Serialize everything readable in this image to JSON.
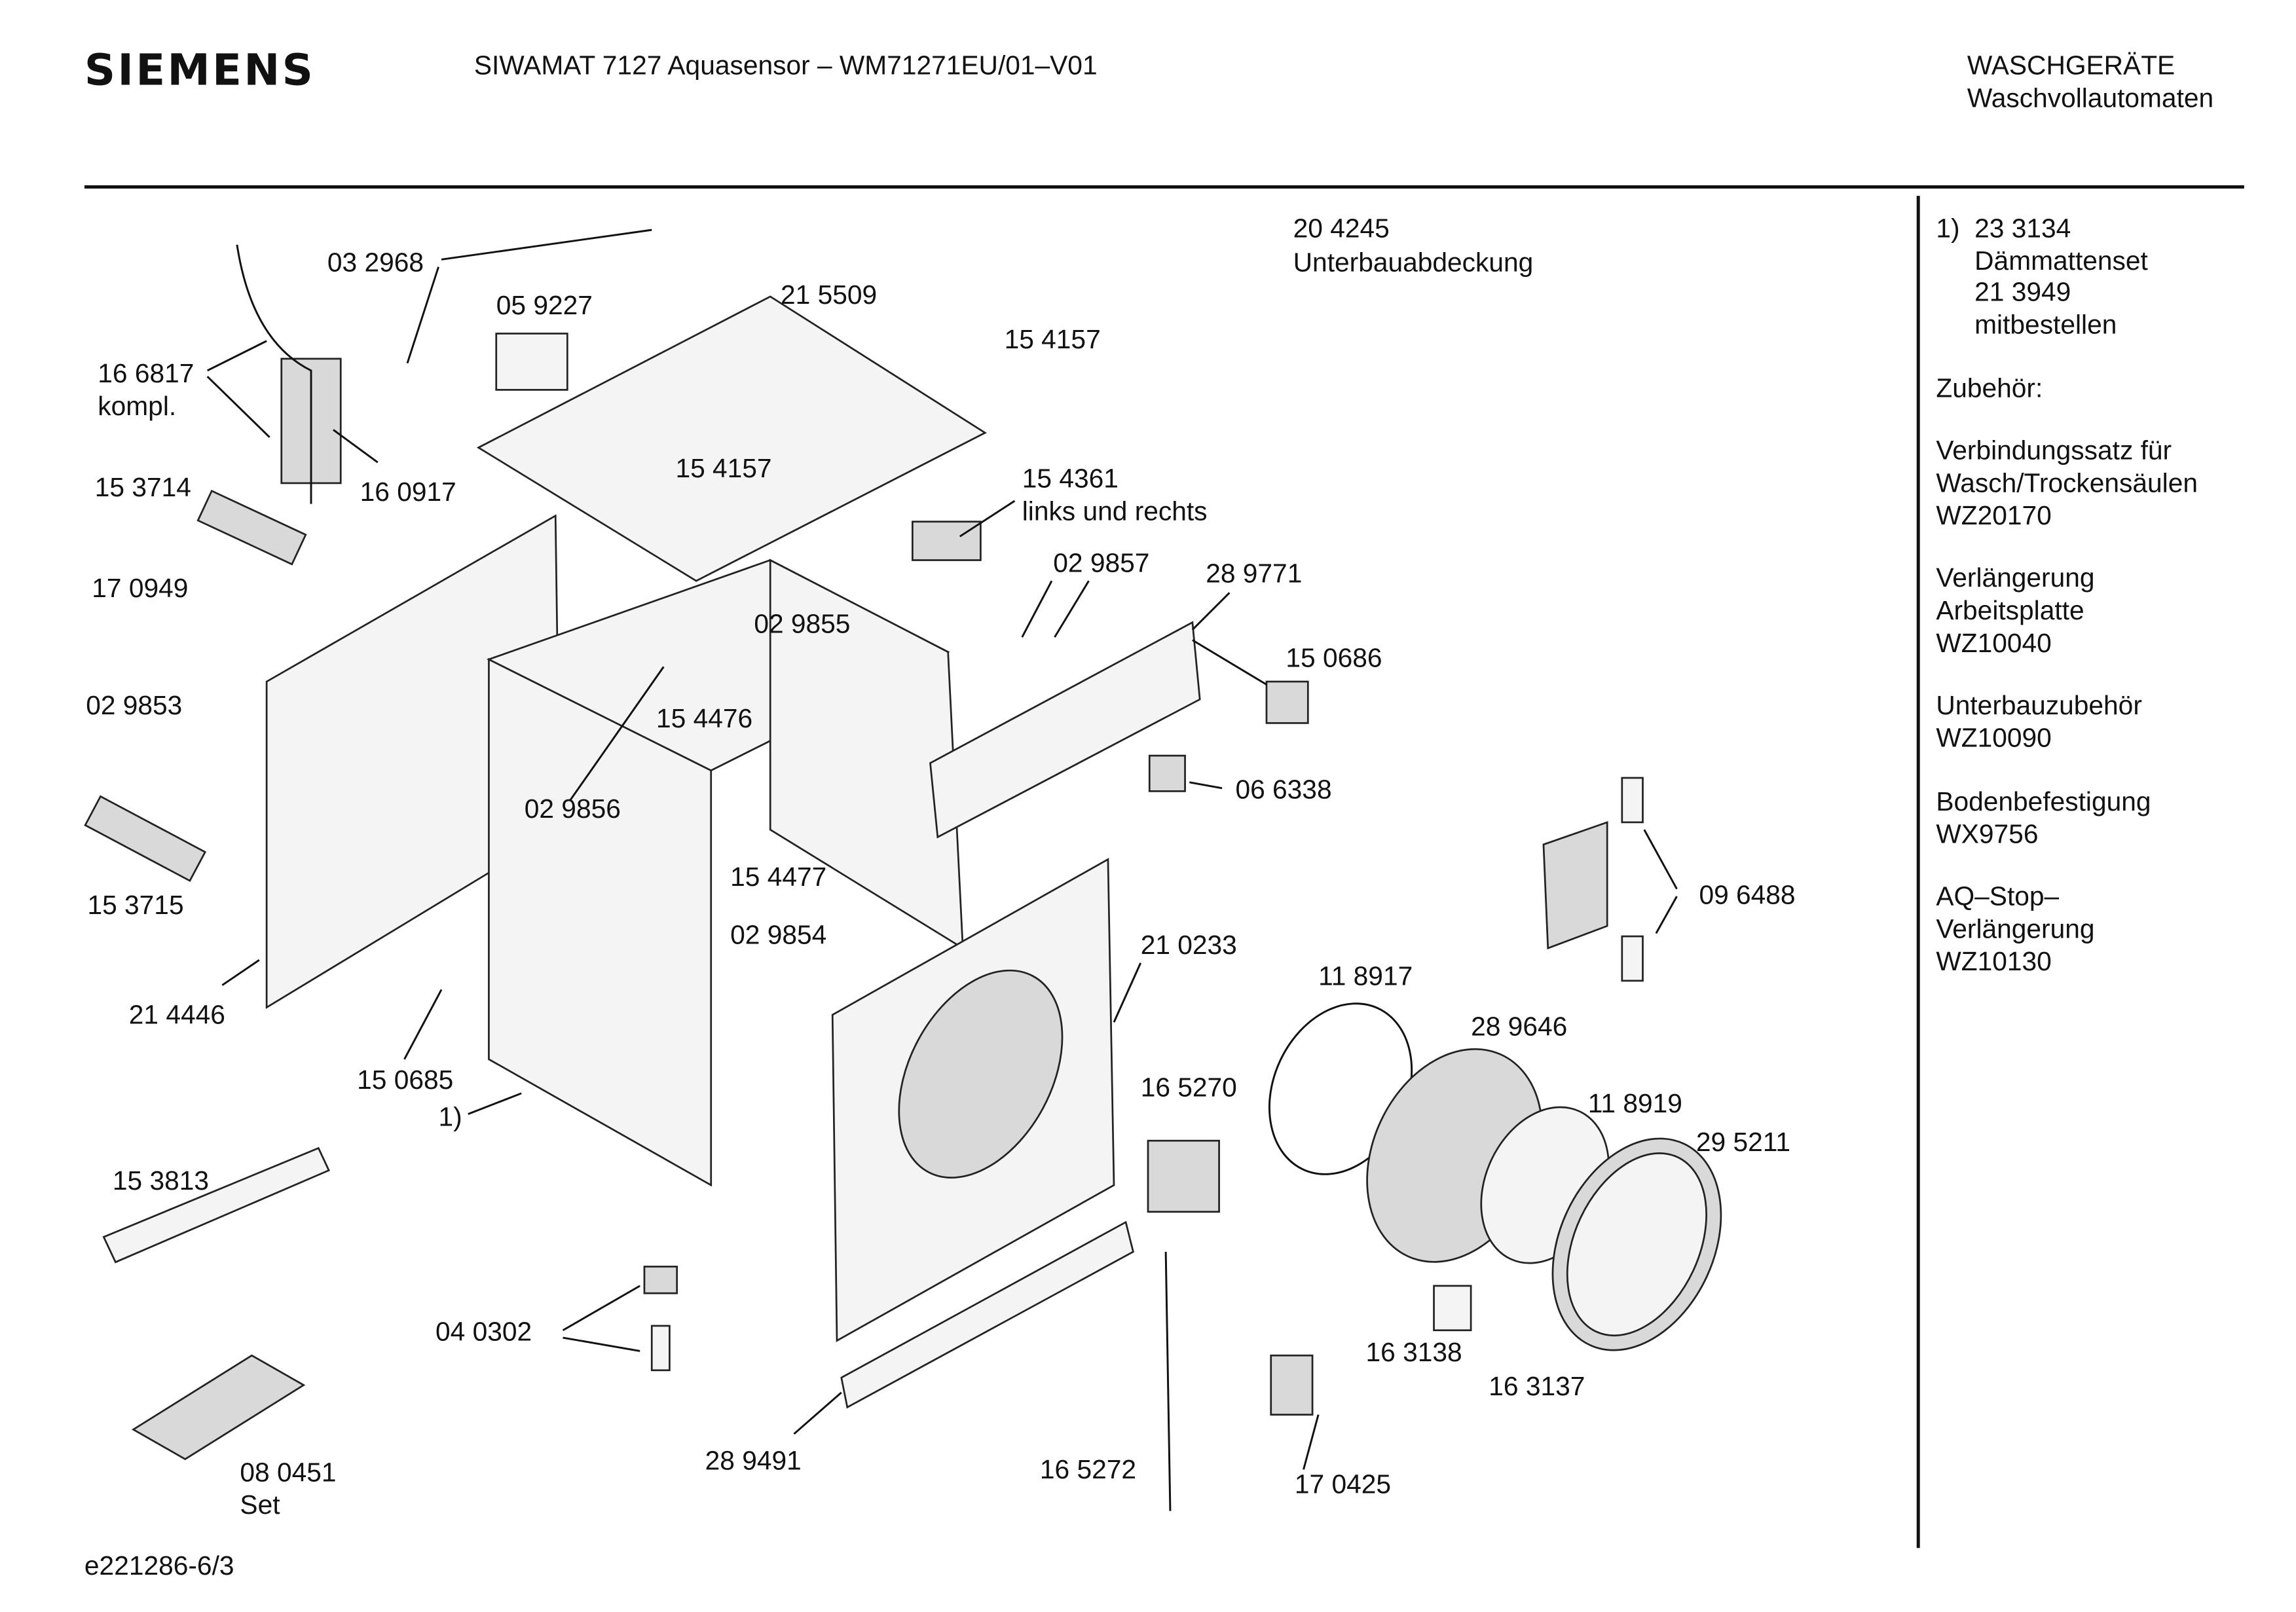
{
  "header": {
    "brand": "SIEMENS",
    "title": "SIWAMAT 7127 Aquasensor – WM71271EU/01–V01",
    "category": "WASCHGERÄTE",
    "subcategory": "Waschvollautomaten"
  },
  "parts": {
    "p032968": "03 2968",
    "p059227": "05 9227",
    "p215509": "21 5509",
    "p154157a": "15 4157",
    "p166817": "16 6817",
    "p166817_note": "kompl.",
    "p160917": "16 0917",
    "p154157b": "15 4157",
    "p154361": "15 4361",
    "p154361_note": "links und rechts",
    "p153714": "15 3714",
    "p170949": "17 0949",
    "p029857": "02 9857",
    "p289771": "28 9771",
    "p150686": "15 0686",
    "p029855": "02 9855",
    "p029853": "02 9853",
    "p154476": "15 4476",
    "p066338": "06 6338",
    "p029856": "02 9856",
    "p154477": "15 4477",
    "p096488": "09 6488",
    "p153715": "15 3715",
    "p029854": "02 9854",
    "p210233": "21 0233",
    "p118917": "11 8917",
    "p214446": "21 4446",
    "p289646": "28 9646",
    "p165270": "16 5270",
    "p150685": "15 0685",
    "p_note1": "1)",
    "p118919": "11 8919",
    "p295211": "29 5211",
    "p153813": "15 3813",
    "p040302": "04 0302",
    "p163138": "16 3138",
    "p163137": "16 3137",
    "p080451": "08 0451",
    "p080451_note": "Set",
    "p289491": "28 9491",
    "p165272": "16 5272",
    "p170425": "17 0425",
    "p204245": "20 4245",
    "p204245_note": "Unterbauabdeckung"
  },
  "footer": {
    "drawing_id": "e221286-6/3"
  },
  "sidebar": {
    "note_marker": "1)",
    "note_lines": [
      "23 3134",
      "Dämmattenset",
      "21 3949",
      "mitbestellen"
    ],
    "accessories_title": "Zubehör:",
    "accessories": [
      {
        "lines": [
          "Verbindungssatz für",
          "Wasch/Trockensäulen",
          "WZ20170"
        ]
      },
      {
        "lines": [
          "Verlängerung",
          "Arbeitsplatte",
          "WZ10040"
        ]
      },
      {
        "lines": [
          "Unterbauzubehör",
          "WZ10090"
        ]
      },
      {
        "lines": [
          "Bodenbefestigung",
          "WX9756"
        ]
      },
      {
        "lines": [
          "AQ–Stop–",
          "Verlängerung",
          "WZ10130"
        ]
      }
    ]
  }
}
